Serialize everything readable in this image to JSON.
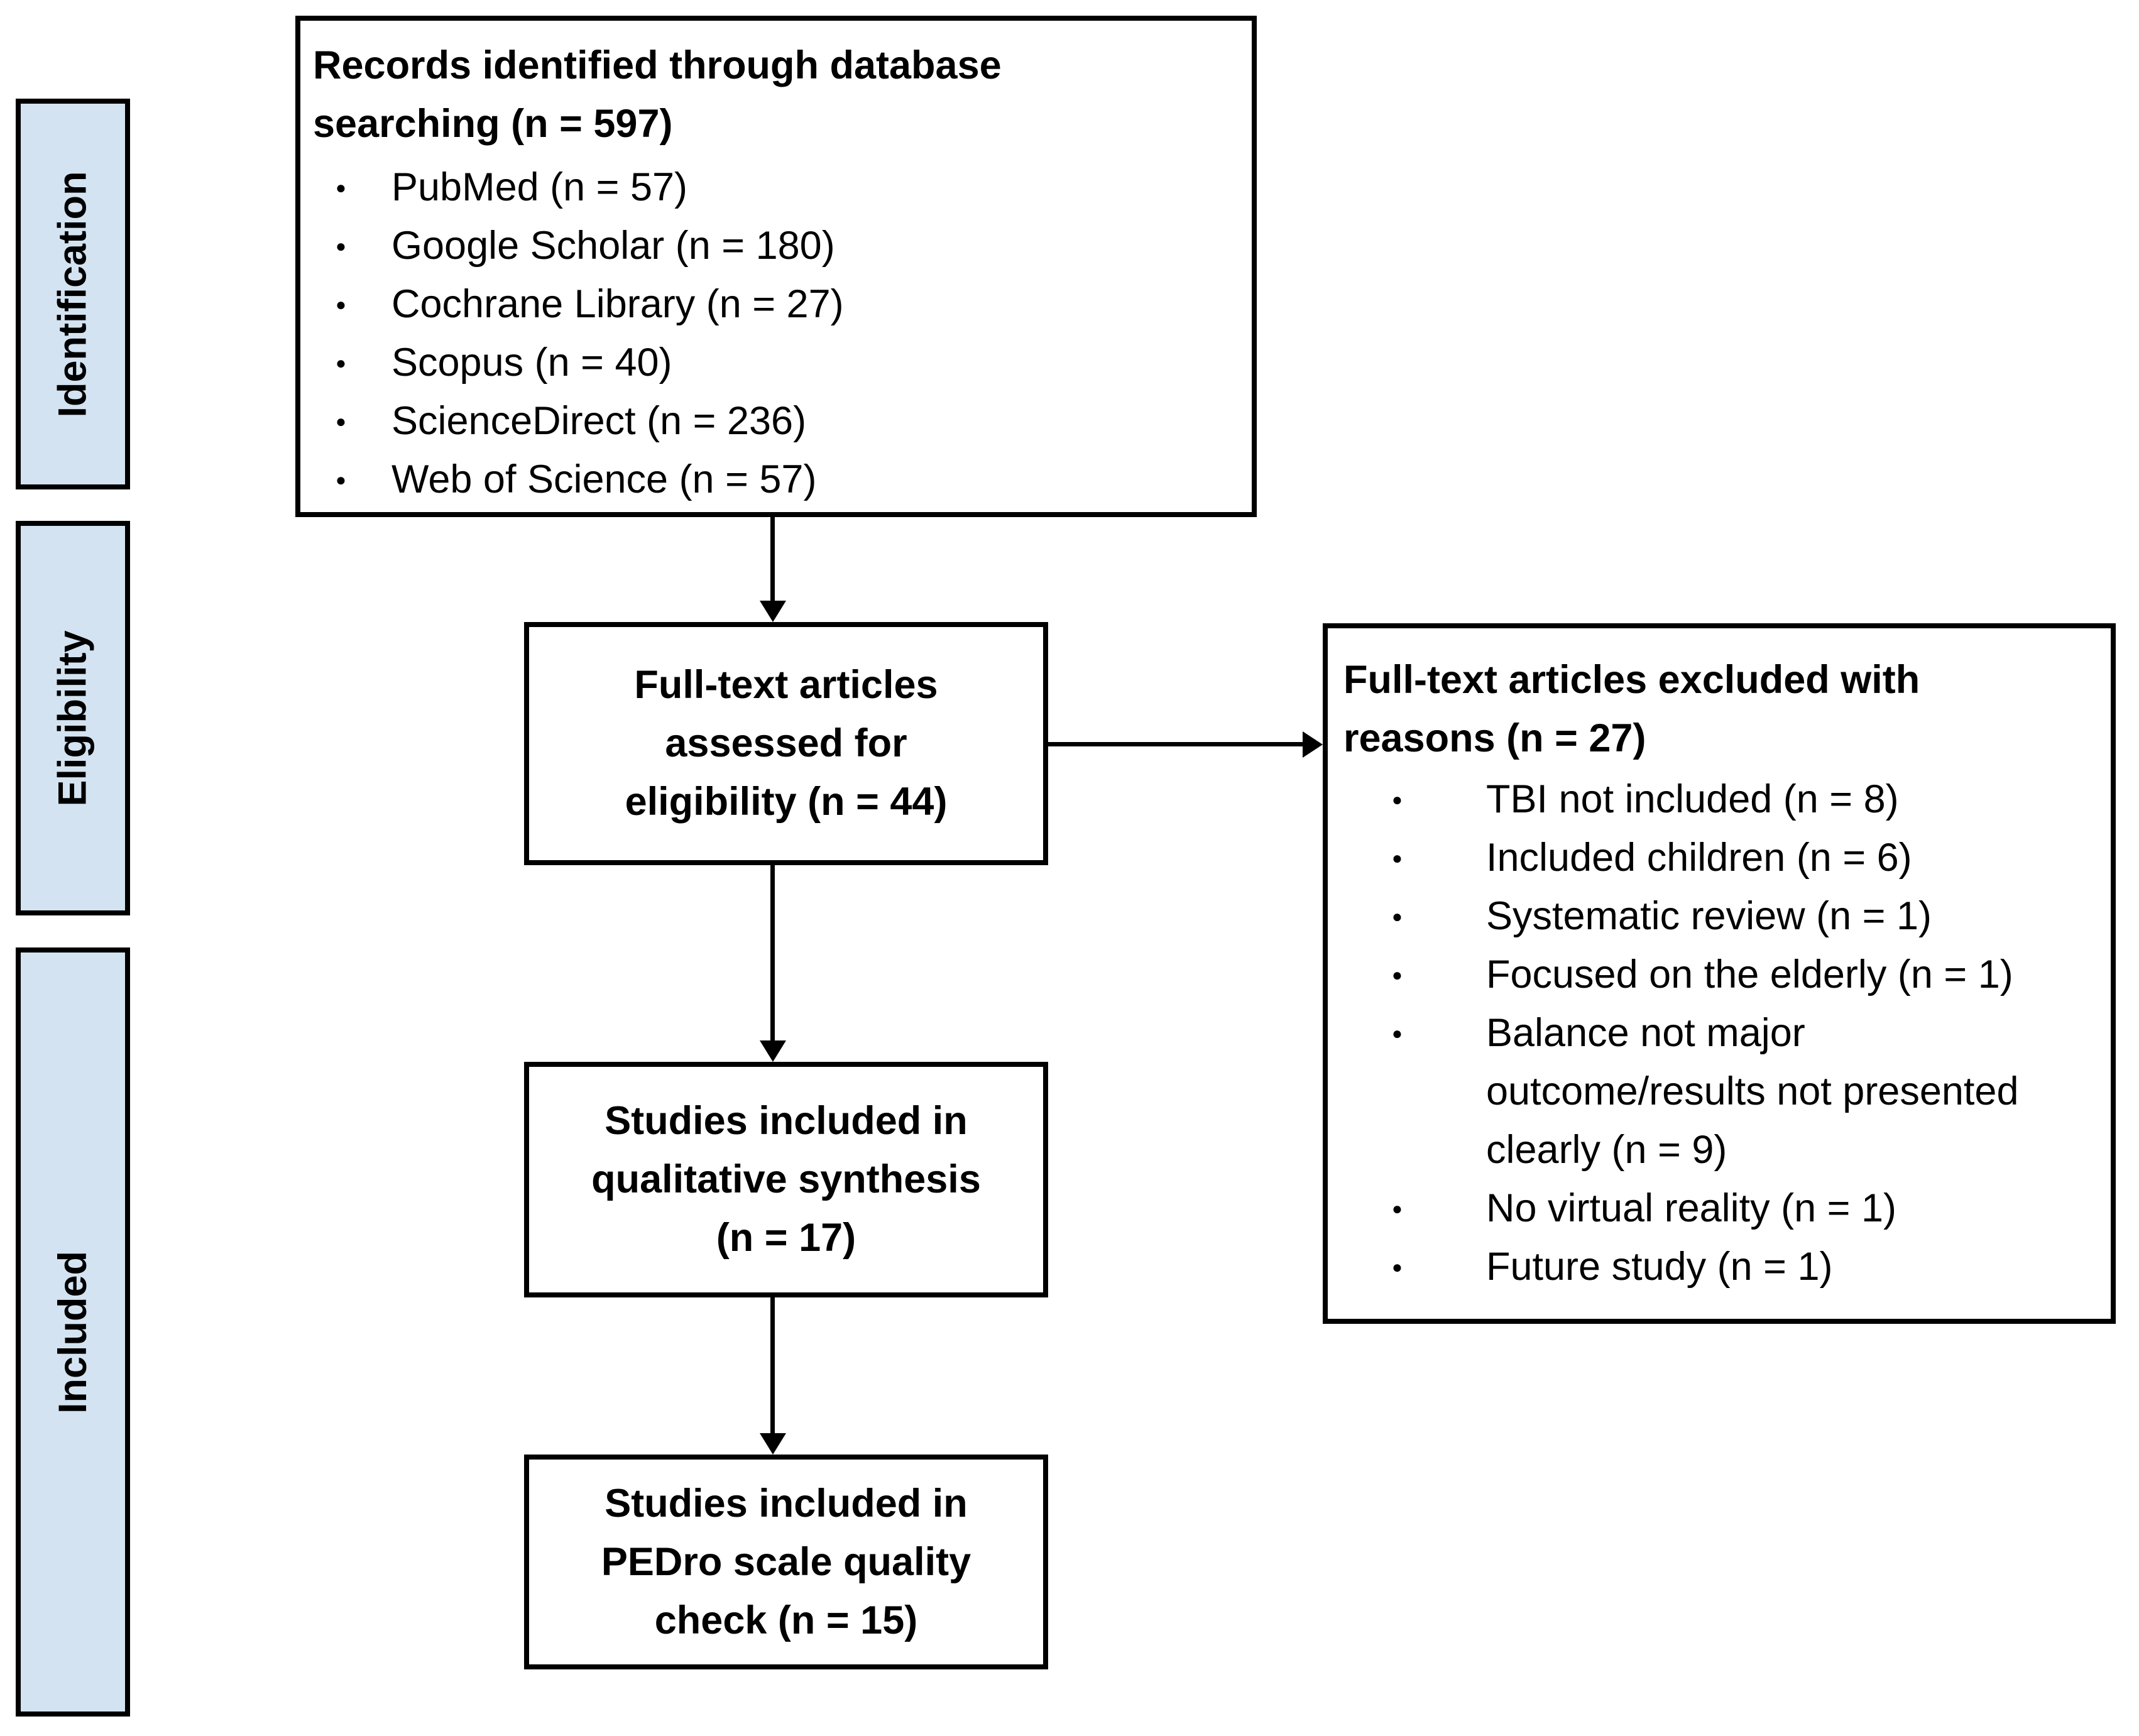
{
  "palette": {
    "background": "#ffffff",
    "stage_fill": "#d3e3f1",
    "border_color": "#000000",
    "box_fill": "#ffffff",
    "text_color": "#000000"
  },
  "sidebar": {
    "stages": [
      {
        "label": "Identification"
      },
      {
        "label": "Eligibility"
      },
      {
        "label": "Included"
      }
    ]
  },
  "flow": {
    "records_box": {
      "title": "Records identified through database\nsearching (n = 597)",
      "items": [
        "PubMed (n = 57)",
        "Google Scholar (n = 180)",
        "Cochrane Library (n = 27)",
        "Scopus (n = 40)",
        "ScienceDirect (n = 236)",
        "Web of Science (n = 57)"
      ]
    },
    "assessed_box": {
      "text": "Full-text articles\nassessed for\neligibility (n = 44)"
    },
    "excluded_box": {
      "title": "Full-text articles excluded with\nreasons (n = 27)",
      "items": [
        "TBI not included (n = 8)",
        "Included children (n = 6)",
        "Systematic review (n = 1)",
        "Focused on the elderly (n = 1)",
        "Balance not major\noutcome/results not presented\nclearly (n = 9)",
        "No virtual reality (n = 1)",
        "Future study (n = 1)"
      ]
    },
    "qualitative_box": {
      "text": "Studies included in\nqualitative synthesis\n(n = 17)"
    },
    "pedro_box": {
      "text": "Studies included in\nPEDro scale quality\ncheck (n = 15)"
    }
  }
}
